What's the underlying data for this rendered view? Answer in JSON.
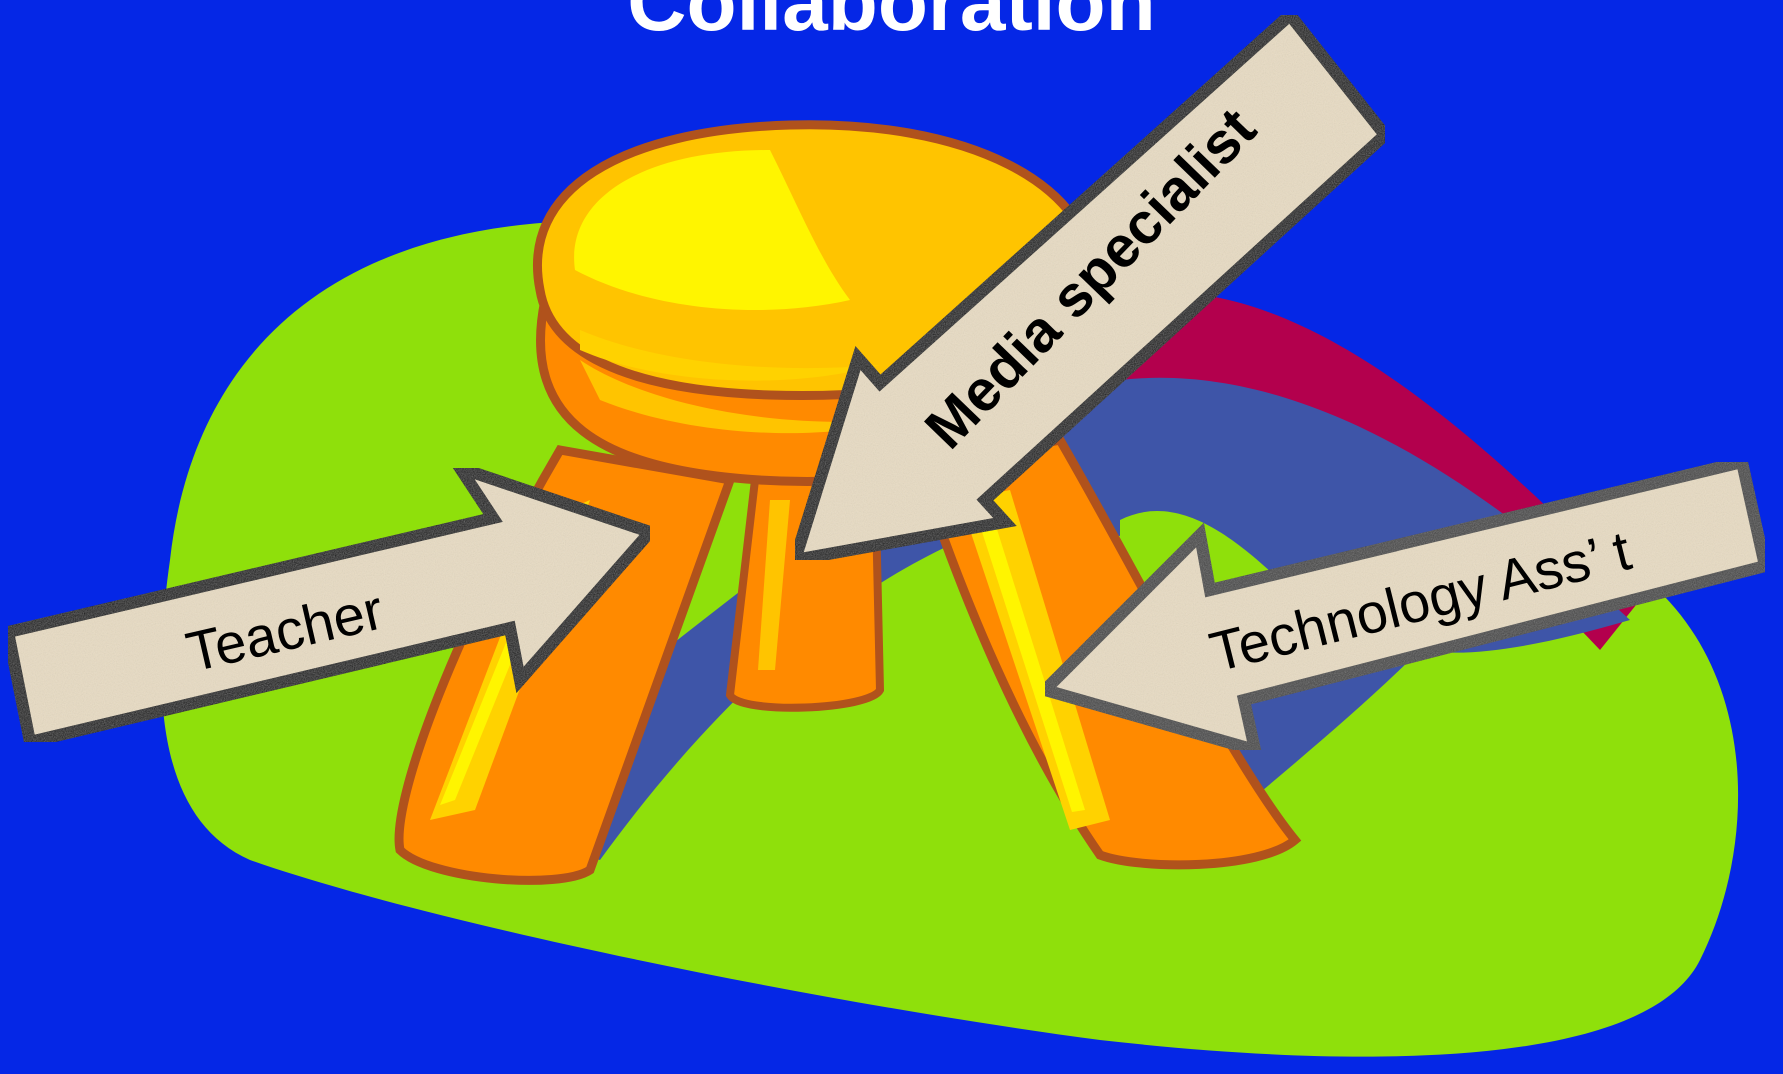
{
  "slide": {
    "title": "Collaboration",
    "background_color": "#0527E6"
  },
  "illustration": {
    "subject": "three-legged stool",
    "colors": {
      "ground": "#8FE00B",
      "shadow": "#3E55A8",
      "magenta": "#B3004D",
      "stool_light": "#FFF500",
      "stool_mid": "#FFC400",
      "stool_orange": "#FF8A00",
      "stool_outline": "#B0521C"
    }
  },
  "arrows": [
    {
      "label": "Teacher",
      "direction": "points-right-toward-stool"
    },
    {
      "label": "Media specialist",
      "direction": "points-down-left-toward-stool"
    },
    {
      "label": "Technology Ass’ t",
      "direction": "points-left-toward-stool"
    }
  ],
  "arrow_style": {
    "fill": "#E8DCC3",
    "border_dark": "#000000",
    "border_gray": "#444444"
  }
}
